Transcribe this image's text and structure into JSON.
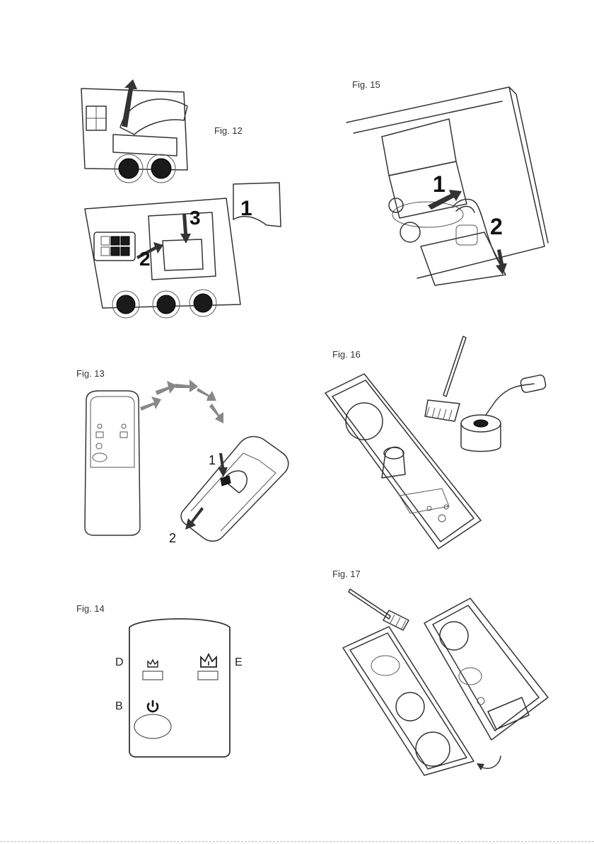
{
  "figures": {
    "fig12": {
      "caption": "Fig. 12",
      "steps": [
        "1",
        "2",
        "3"
      ]
    },
    "fig13": {
      "caption": "Fig. 13",
      "steps": [
        "1",
        "2"
      ]
    },
    "fig14": {
      "caption": "Fig. 14",
      "labels": {
        "d": "D",
        "e": "E",
        "b": "B"
      }
    },
    "fig15": {
      "caption": "Fig. 15",
      "steps": [
        "1",
        "2"
      ]
    },
    "fig16": {
      "caption": "Fig. 16"
    },
    "fig17": {
      "caption": "Fig. 17"
    }
  },
  "icons": {
    "low_mist": "crown-small-icon",
    "high_mist": "crown-large-icon",
    "power": "power-icon"
  }
}
